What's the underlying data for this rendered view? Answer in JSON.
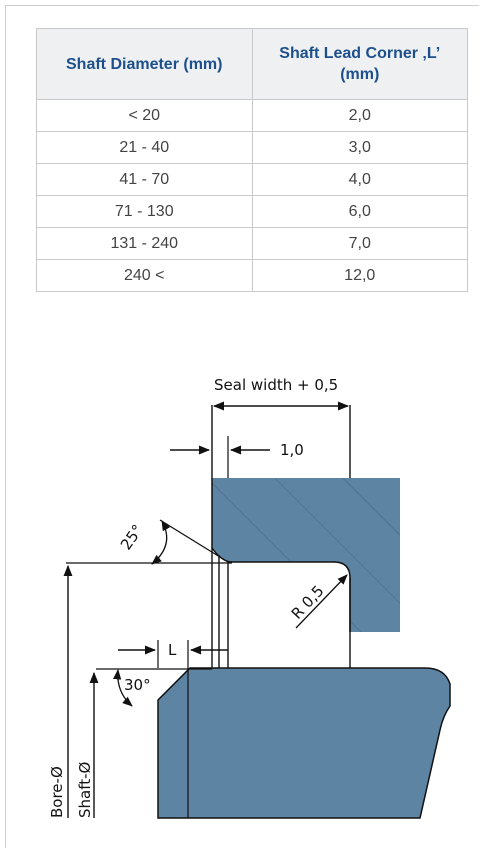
{
  "table": {
    "headers": [
      "Shaft Diameter (mm)",
      "Shaft Lead Corner ‚L’ (mm)"
    ],
    "rows": [
      [
        "< 20",
        "2,0"
      ],
      [
        "21 - 40",
        "3,0"
      ],
      [
        "41 - 70",
        "4,0"
      ],
      [
        "71 - 130",
        "6,0"
      ],
      [
        "131 - 240",
        "7,0"
      ],
      [
        "240 <",
        "12,0"
      ]
    ]
  },
  "diagram": {
    "seal_width_label": "Seal width + 0,5",
    "gap_label": "1,0",
    "angle_top_label": "25°",
    "radius_label": "R 0,5",
    "lead_label": "L",
    "angle_bottom_label": "30°",
    "bore_label": "Bore-Ø",
    "shaft_label": "Shaft-Ø",
    "colors": {
      "metal_fill": "#5e84a3",
      "outline": "#111111"
    }
  }
}
